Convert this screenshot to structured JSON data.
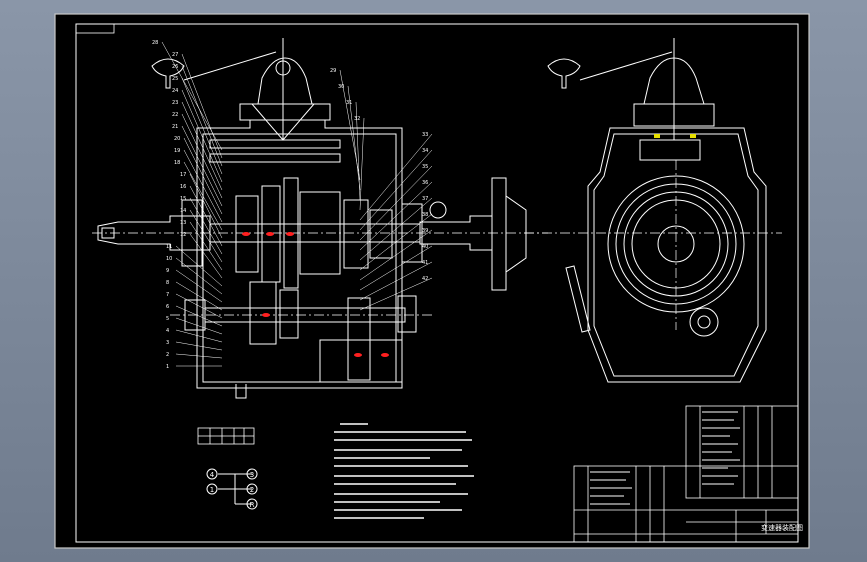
{
  "title_block": {
    "drawing_title": "变速器装配图"
  },
  "shift_pattern": {
    "positions": [
      "4",
      "3",
      "1",
      "2",
      "R"
    ]
  },
  "colors": {
    "background": "#000000",
    "outer_frame": "#8a96a8",
    "line": "#ffffff",
    "accent_red": "#ff2020",
    "accent_yellow": "#e8e000"
  },
  "section_view_balloons": [
    "28",
    "27",
    "26",
    "25",
    "24",
    "23",
    "22",
    "21",
    "20",
    "19",
    "18",
    "17",
    "16",
    "15",
    "14",
    "13",
    "12",
    "11",
    "10",
    "9",
    "8",
    "7",
    "6",
    "5",
    "4",
    "3",
    "2",
    "1",
    "29",
    "30",
    "31",
    "32",
    "33",
    "34",
    "35",
    "36",
    "37",
    "38",
    "39",
    "40",
    "41",
    "42"
  ]
}
